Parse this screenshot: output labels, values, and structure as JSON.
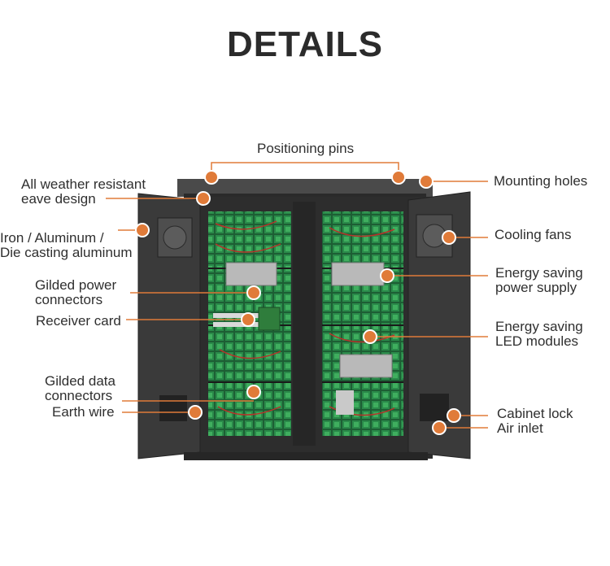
{
  "title": "DETAILS",
  "labels": {
    "positioning_pins": "Positioning pins",
    "eave_design": [
      "All weather resistant",
      "eave design"
    ],
    "mounting_holes": "Mounting holes",
    "frame_material": [
      "Iron / Aluminum /",
      "Die casting aluminum"
    ],
    "cooling_fans": "Cooling fans",
    "power_connectors": [
      "Gilded power",
      "connectors"
    ],
    "power_supply": [
      "Energy saving",
      "power supply"
    ],
    "receiver_card": "Receiver card",
    "led_modules": [
      "Energy saving",
      "LED modules"
    ],
    "data_connectors": [
      "Gilded data",
      "connectors"
    ],
    "earth_wire": "Earth wire",
    "cabinet_lock": "Cabinet lock",
    "air_inlet": "Air inlet"
  },
  "colors": {
    "accent": "#e07b39",
    "cabinet": "#3a3a3a",
    "module_green": "#1f6b3a",
    "text": "#2f2f2f"
  }
}
